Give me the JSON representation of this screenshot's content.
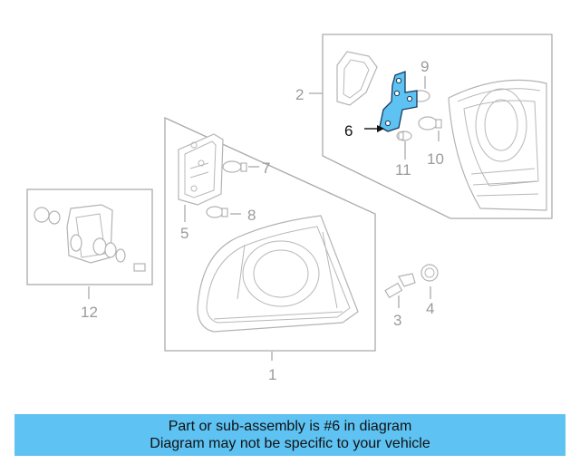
{
  "callouts": {
    "c1": "1",
    "c2": "2",
    "c3": "3",
    "c4": "4",
    "c5": "5",
    "c6": "6",
    "c7": "7",
    "c8": "8",
    "c9": "9",
    "c10": "10",
    "c11": "11",
    "c12": "12"
  },
  "highlight_color": "#5ec2f2",
  "banner": {
    "line1": "Part or sub-assembly is #6 in diagram",
    "line2": "Diagram may not be specific to your vehicle"
  }
}
